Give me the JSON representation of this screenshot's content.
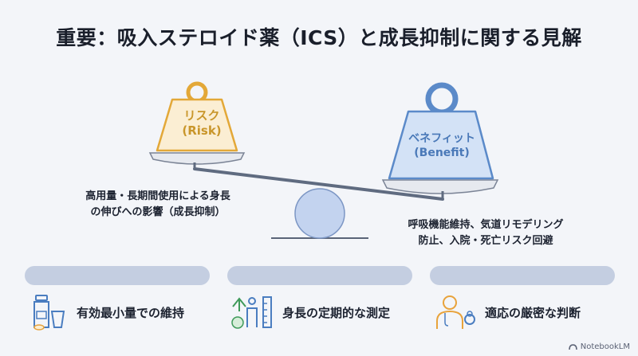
{
  "title": "重要：吸入ステロイド薬（ICS）と成長抑制に関する見解",
  "risk": {
    "label_jp": "リスク",
    "label_en": "(Risk)",
    "description": [
      "高用量・長期間使用による身長",
      "の伸びへの影響（成長抑制）"
    ]
  },
  "benefit": {
    "label_jp": "ベネフィット",
    "label_en": "(Benefit)",
    "description": [
      "呼吸機能維持、気道リモデリング",
      "防止、入院・死亡リスク回避"
    ]
  },
  "points": [
    {
      "label": "有効最小量での維持",
      "icon": "medicine-bottle-icon"
    },
    {
      "label": "身長の定期的な測定",
      "icon": "height-measure-icon"
    },
    {
      "label": "適応の厳密な判断",
      "icon": "doctor-icon"
    }
  ],
  "brand": "NotebookLM",
  "colors": {
    "risk": "#e3a838",
    "benefit": "#5b8ac9",
    "icon": "#4a7dc0",
    "accent": "#e8a33c"
  }
}
